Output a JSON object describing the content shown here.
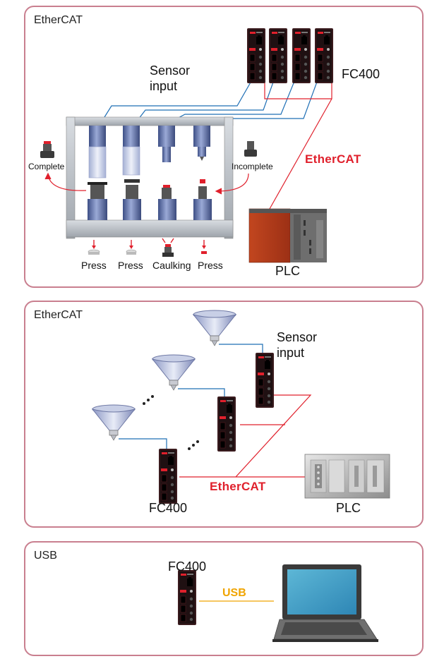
{
  "panel1": {
    "title": "EtherCAT",
    "sensor_input": [
      "Sensor",
      "input"
    ],
    "fc400": "FC400",
    "ethercat": "EtherCAT",
    "complete": "Complete",
    "incomplete": "Incomplete",
    "press_1": "Press",
    "press_2": "Press",
    "caulking": "Caulking",
    "press_3": "Press",
    "plc": "PLC"
  },
  "panel2": {
    "title": "EtherCAT",
    "sensor_input": [
      "Sensor",
      "input"
    ],
    "fc400": "FC400",
    "ethercat": "EtherCAT",
    "plc": "PLC"
  },
  "panel3": {
    "title": "USB",
    "fc400": "FC400",
    "usb": "USB"
  },
  "colors": {
    "panel_border": "#c97f8f",
    "ethercat_line": "#e0202c",
    "sensor_line": "#1f6fb5",
    "usb_line": "#f0a400"
  }
}
